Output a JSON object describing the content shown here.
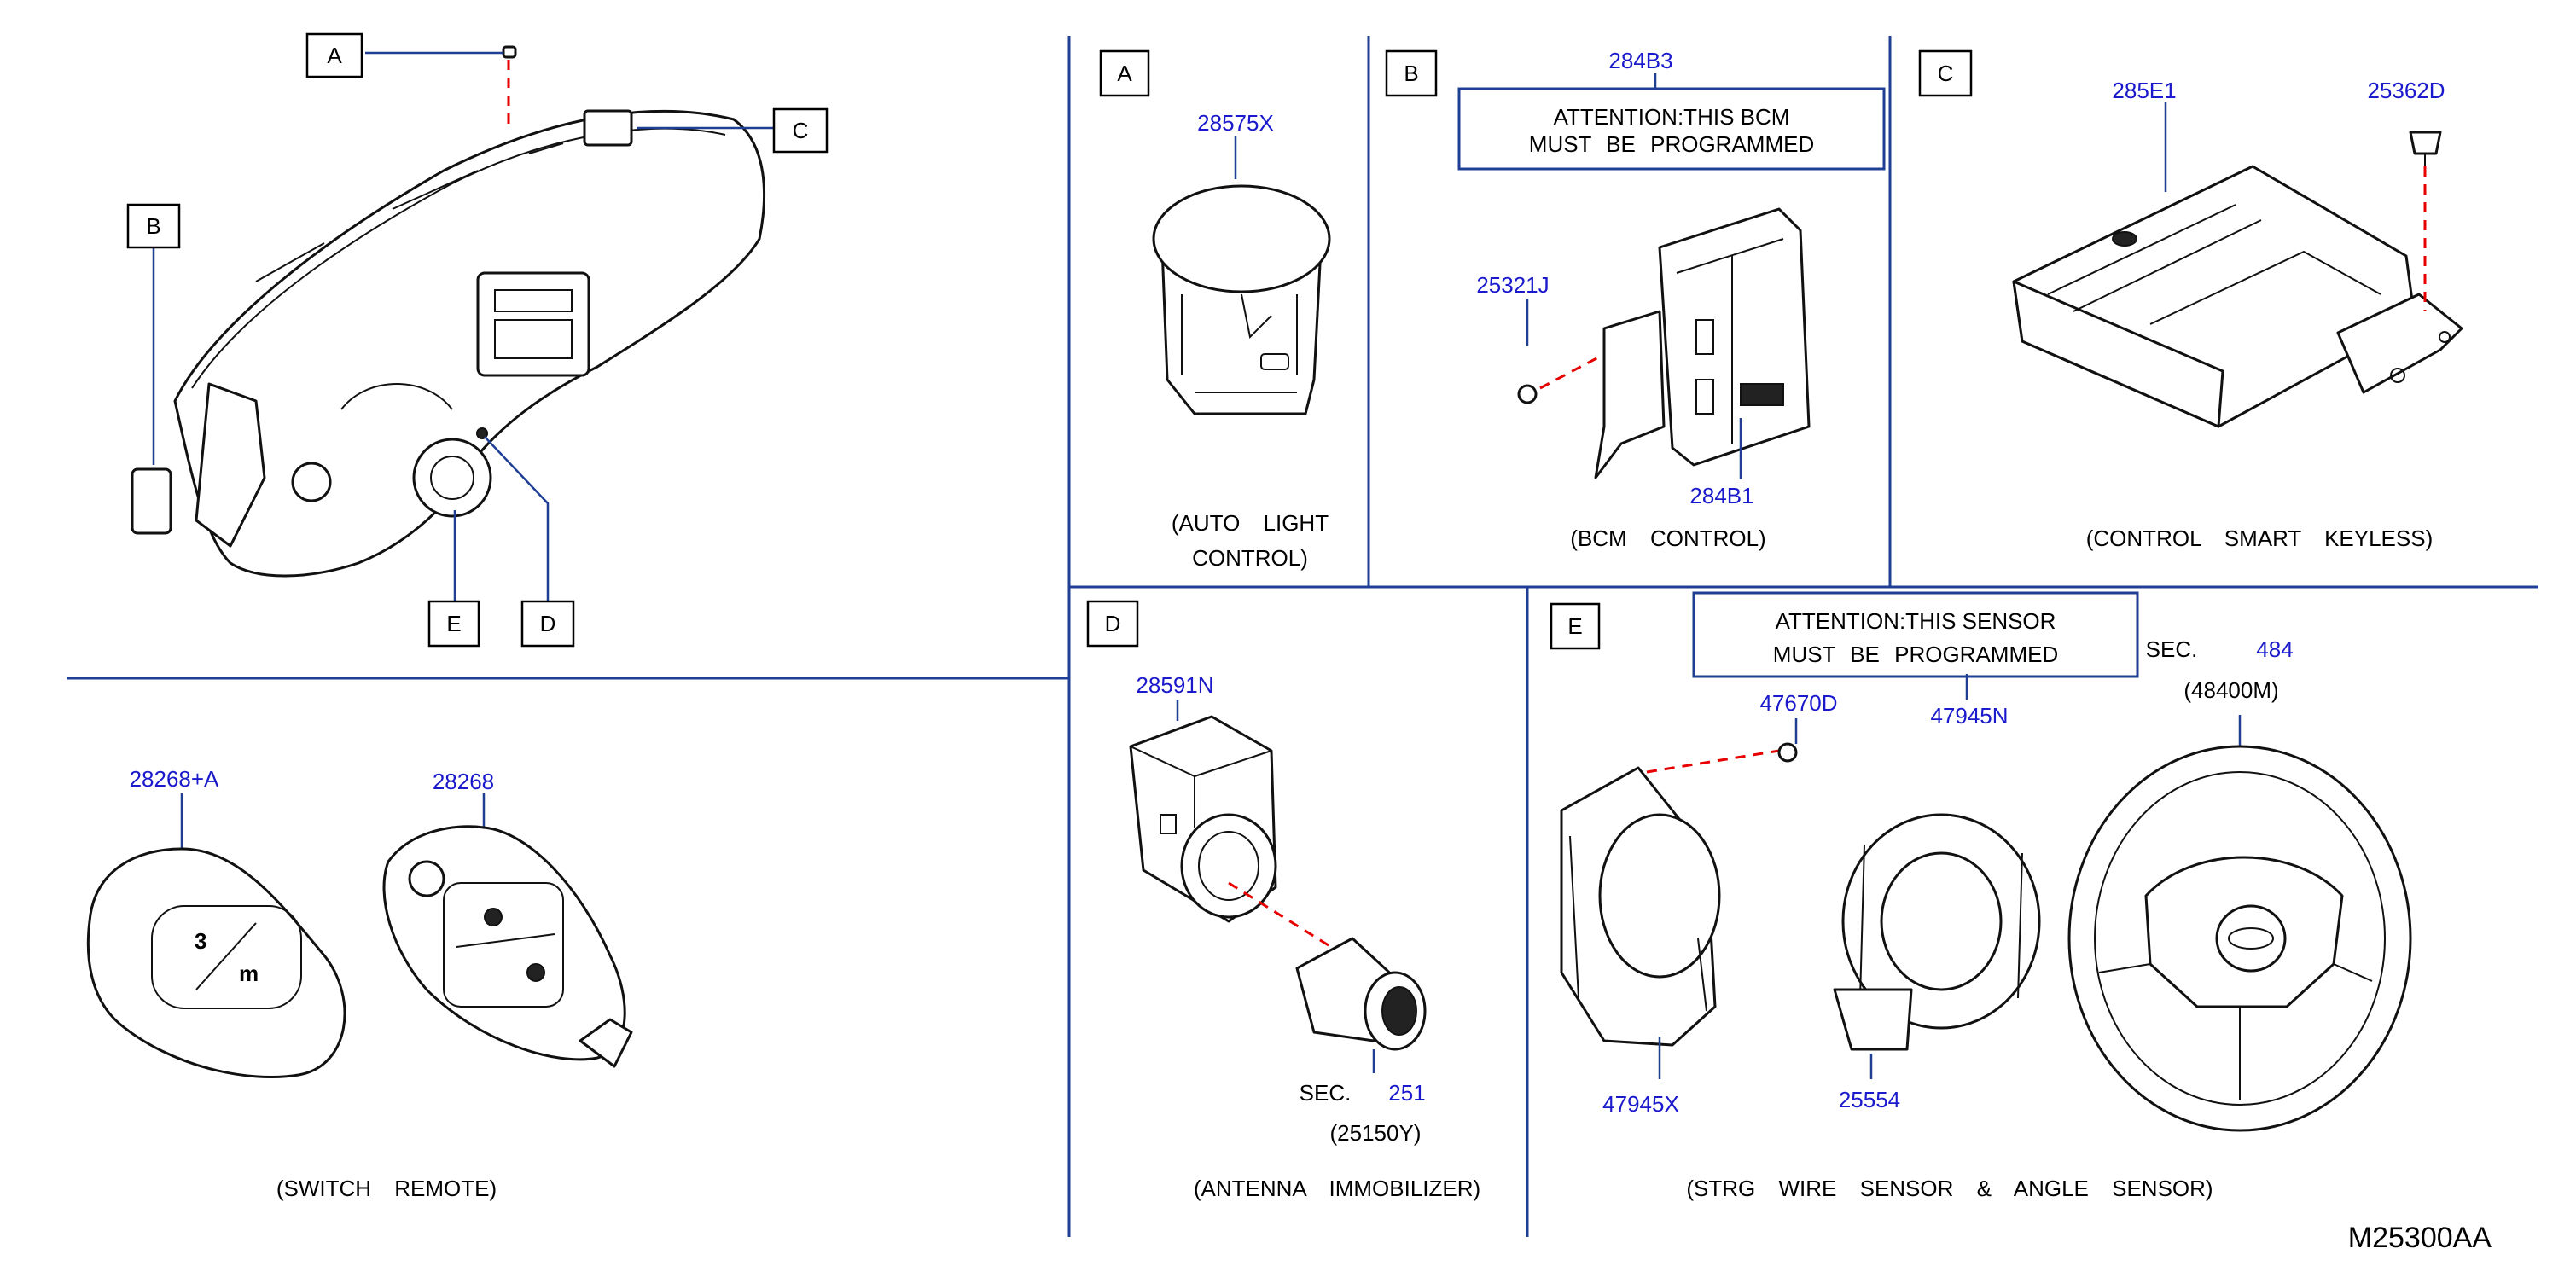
{
  "callouts": [
    "A",
    "B",
    "C",
    "D",
    "E"
  ],
  "section_a": {
    "part_number": "28575X",
    "caption": [
      "(AUTO LIGHT",
      "CONTROL)"
    ]
  },
  "section_b": {
    "attention": [
      "ATTENTION:THIS BCM",
      "MUST BE PROGRAMMED"
    ],
    "part_numbers": {
      "box": "284B3",
      "screw": "25321J",
      "module": "284B1"
    },
    "caption": "(BCM CONTROL)"
  },
  "section_c": {
    "part_numbers": {
      "module": "285E1",
      "clip": "25362D"
    },
    "caption": "(CONTROL SMART KEYLESS)"
  },
  "section_d": {
    "part_number": "28591N",
    "sec_label": "SEC.",
    "sec_number": "251",
    "sec_ref": "(25150Y)",
    "caption": "(ANTENNA IMMOBILIZER)"
  },
  "section_e": {
    "attention": [
      "ATTENTION:THIS SENSOR",
      "MUST BE PROGRAMMED"
    ],
    "part_numbers": {
      "clip": "47670D",
      "box": "47945N",
      "sensor": "47945X",
      "spiral": "25554"
    },
    "sec_label": "SEC.",
    "sec_number": "484",
    "sec_ref": "(48400M)",
    "caption": "(STRG WIRE SENSOR & ANGLE SENSOR)"
  },
  "remote": {
    "part_numbers": {
      "key_card": "28268+A",
      "flip_key": "28268"
    },
    "caption": "(SWITCH REMOTE)"
  },
  "figure_code": "M25300AA",
  "colors": {
    "part_number": "#1a1acc",
    "divider": "#1f3f95",
    "link_line": "#e60000"
  }
}
